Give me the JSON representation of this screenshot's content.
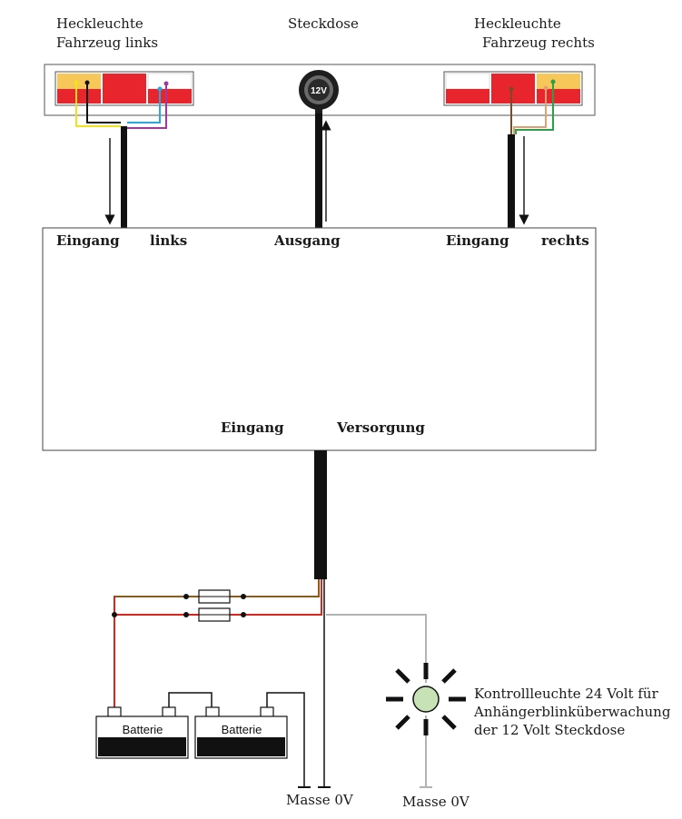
{
  "labels": {
    "lamp_left": [
      "Heckleuchte",
      "Fahrzeug links"
    ],
    "socket": "Steckdose",
    "lamp_right": [
      "Heckleuchte",
      "Fahrzeug rechts"
    ],
    "socket_voltage": "12V",
    "input_left": [
      "Eingang",
      "links"
    ],
    "output": "Ausgang",
    "input_right": [
      "Eingang",
      "rechts"
    ],
    "supply": [
      "Eingang",
      "Versorgung"
    ],
    "battery": "Batterie",
    "ground": "Masse 0V",
    "indicator": [
      "Kontrollleuchte 24 Volt für",
      "Anhängerblinküberwachung",
      "der 12 Volt Steckdose"
    ]
  },
  "colors": {
    "cable": "#111111",
    "plus_wire": "#d9261c",
    "red_green_wire": "#8a5a20",
    "ground_wire_gray": "#b3b3b3",
    "wire_yellow": "#f2e21c",
    "wire_blue": "#2aa7e0",
    "wire_purple": "#9c3c98",
    "wire_brown": "#7a4a2a",
    "wire_orange": "#e0a070",
    "wire_green": "#2aa04a",
    "lamp_red": "#e8242c",
    "lamp_amber": "#f7c75a",
    "indicator_fill": "#c7e3b5"
  },
  "icons": [
    "socket-12v-icon",
    "fuse-icon",
    "battery-icon",
    "indicator-lamp-icon",
    "ground-symbol-icon",
    "arrow-icon"
  ]
}
